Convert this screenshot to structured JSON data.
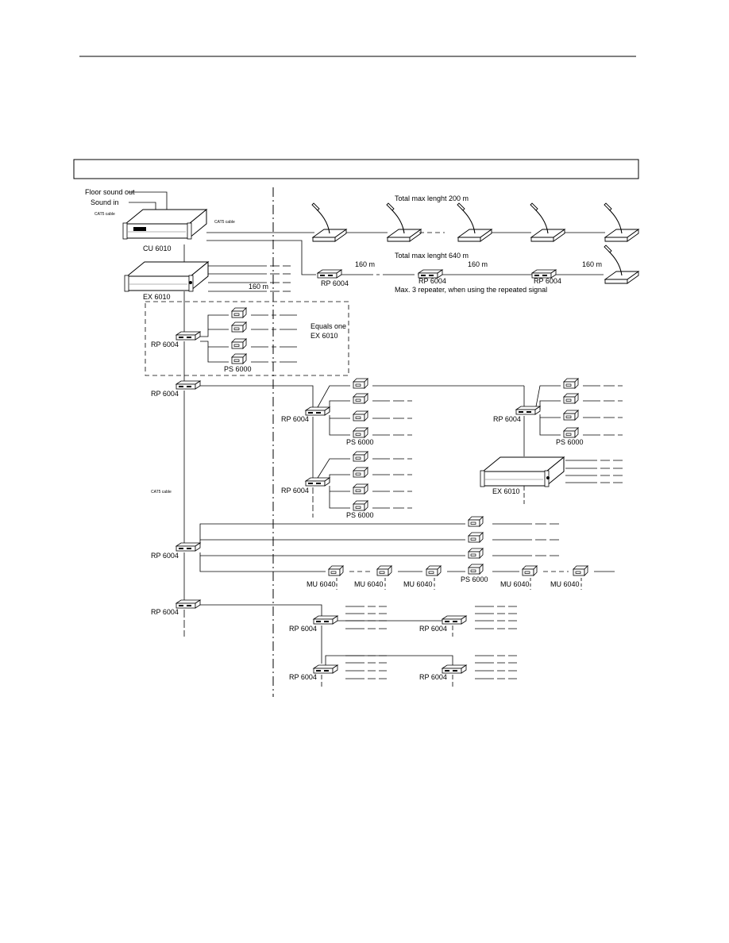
{
  "labels": {
    "floor_sound_out": "Floor sound out",
    "sound_in": "Sound in",
    "cat5_cable": "CAT5 cable",
    "cu": "CU 6010",
    "ex": "EX 6010",
    "rp": "RP 6004",
    "ps": "PS 6000",
    "mu": "MU 6040",
    "len_160": "160 m",
    "total_200": "Total max lenght 200 m",
    "total_640": "Total max lenght 640 m",
    "max3": "Max. 3 repeater, when using the repeated signal",
    "equals_line1": "Equals one",
    "equals_line2": "EX 6010"
  },
  "colors": {
    "line": "#000000",
    "device_fill": "#ffffff",
    "frame": "#000000"
  }
}
